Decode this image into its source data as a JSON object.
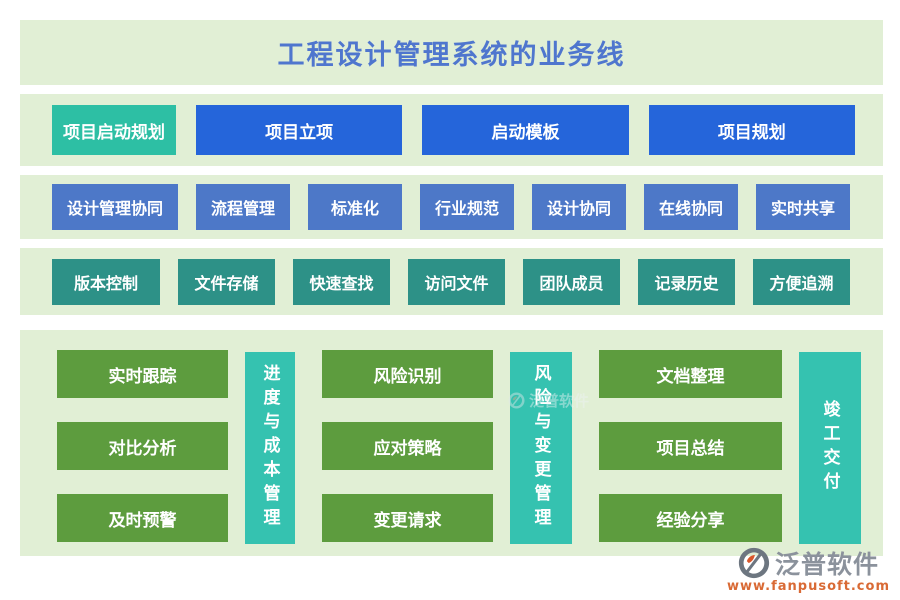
{
  "title": "工程设计管理系统的业务线",
  "colors": {
    "band": "#e1efd5",
    "title-blue": "#4f76ce",
    "teal-bright": "#2dbfa4",
    "blue-vivid": "#2565da",
    "blue-muted": "#4d78c8",
    "teal-dark": "#2d9187",
    "green": "#5d9c3e",
    "teal-vertical": "#35c2b0",
    "brand-gray": "#8b929c",
    "url-orange": "#d96a35"
  },
  "rows": [
    {
      "name": "项目启动规划行",
      "items": [
        {
          "label": "项目启动规划"
        },
        {
          "label": "项目立项"
        },
        {
          "label": "启动模板"
        },
        {
          "label": "项目规划"
        }
      ]
    },
    {
      "name": "设计管理协同行",
      "items": [
        {
          "label": "设计管理协同"
        },
        {
          "label": "流程管理"
        },
        {
          "label": "标准化"
        },
        {
          "label": "行业规范"
        },
        {
          "label": "设计协同"
        },
        {
          "label": "在线协同"
        },
        {
          "label": "实时共享"
        }
      ]
    },
    {
      "name": "版本控制行",
      "items": [
        {
          "label": "版本控制"
        },
        {
          "label": "文件存储"
        },
        {
          "label": "快速查找"
        },
        {
          "label": "访问文件"
        },
        {
          "label": "团队成员"
        },
        {
          "label": "记录历史"
        },
        {
          "label": "方便追溯"
        }
      ]
    }
  ],
  "groups": [
    {
      "side": "进度与成本管理",
      "items": [
        "实时跟踪",
        "对比分析",
        "及时预警"
      ]
    },
    {
      "side": "风险与变更管理",
      "items": [
        "风险识别",
        "应对策略",
        "变更请求"
      ]
    },
    {
      "side": "竣工交付",
      "items": [
        "文档整理",
        "项目总结",
        "经验分享"
      ]
    }
  ],
  "watermark": {
    "brand": "泛普软件"
  },
  "footer": {
    "brand": "泛普软件",
    "url": "www.fanpusoft.com"
  }
}
